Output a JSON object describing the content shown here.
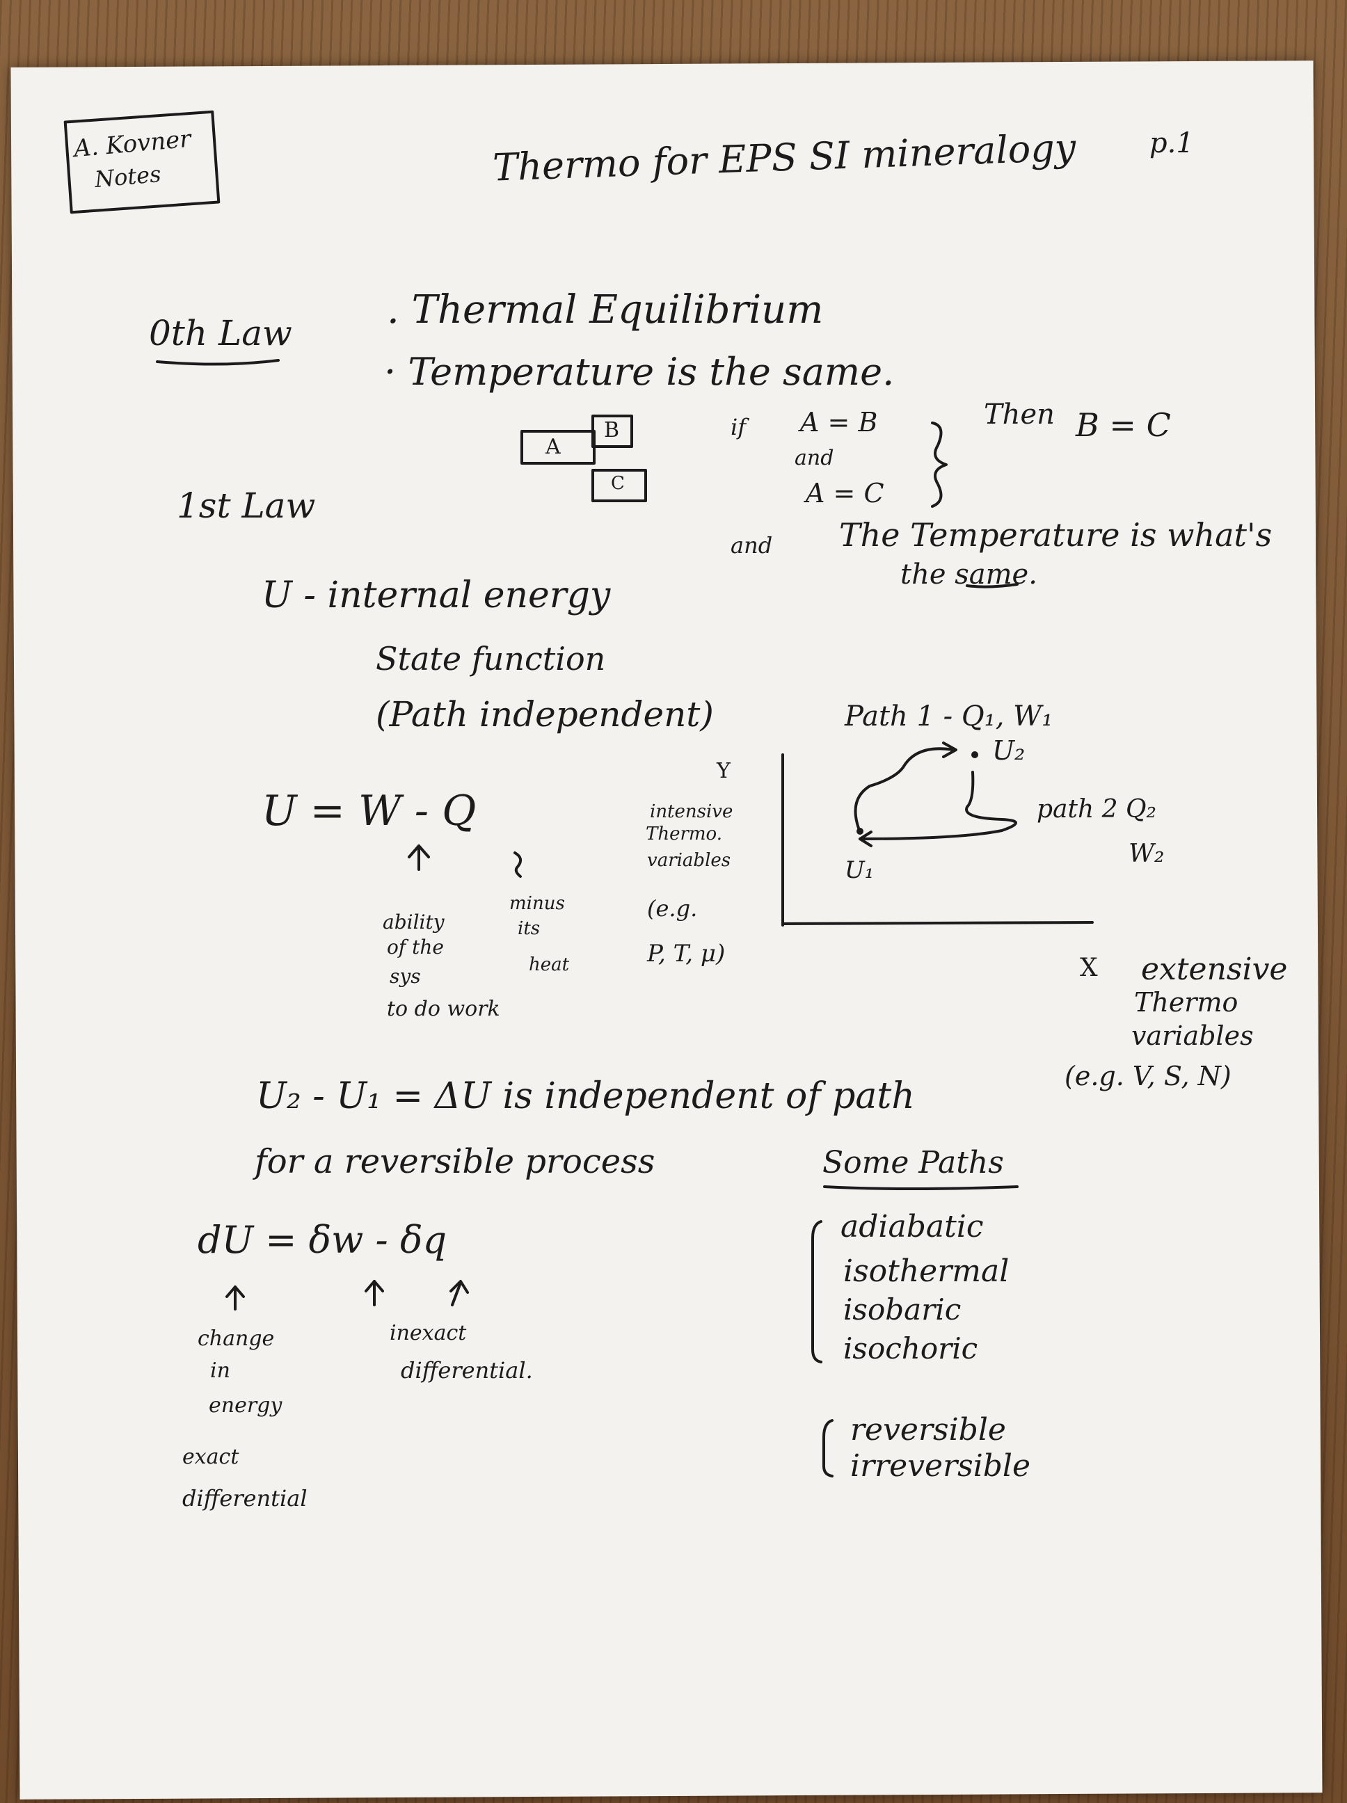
{
  "header": {
    "author_box_line1": "A. Kovner",
    "author_box_line2": "Notes",
    "title": "Thermo for EPS SI mineralogy",
    "page_number": "p.1"
  },
  "zeroth_law": {
    "heading": "0th Law",
    "bullet1": ". Thermal Equilibrium",
    "bullet2": "· Temperature is the same.",
    "box_a": "A",
    "box_b": "B",
    "box_c": "C",
    "cond_if": "if",
    "cond_ab": "A = B",
    "cond_and": "and",
    "cond_ac": "A = C",
    "then": "Then",
    "then_bc": "B = C",
    "and_word": "and",
    "conclusion1": "The Temperature is what's",
    "conclusion2": "the same."
  },
  "first_law": {
    "heading": "1st Law",
    "u_def": "U - internal energy",
    "state_fn": "State function",
    "path_indep": "(Path independent)",
    "equation": "U = W - Q",
    "arrow_left_label": [
      "ability",
      "of the",
      "sys",
      "to do work"
    ],
    "arrow_right_label": [
      "minus",
      "its",
      "heat"
    ],
    "graph": {
      "y_axis": "Y",
      "y_desc": [
        "intensive",
        "Thermo.",
        "variables",
        "(e.g.",
        "P, T, μ)"
      ],
      "x_axis": "X",
      "x_desc": [
        "extensive",
        "Thermo",
        "variables",
        "(e.g. V, S, N)"
      ],
      "path1": "Path 1 - Q₁, W₁",
      "path2": "path 2  Q₂",
      "path2_w": "W₂",
      "u1": "U₁",
      "u2": "U₂"
    },
    "delta_eq": "U₂ - U₁ = ΔU is independent of path",
    "reversible": "for a reversible process",
    "some_paths": "Some Paths",
    "paths_list": [
      "adiabatic",
      "isothermal",
      "isobaric",
      "isochoric"
    ],
    "rev_list": [
      "reversible",
      "irreversible"
    ],
    "diff_eq": "dU = δw - δq",
    "du_label": [
      "change",
      "in",
      "energy",
      "exact",
      "differential"
    ],
    "inexact_label": [
      "inexact",
      "differential."
    ]
  }
}
